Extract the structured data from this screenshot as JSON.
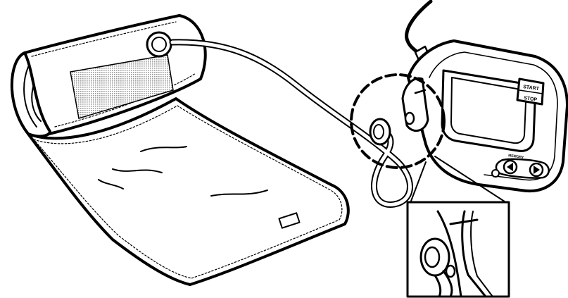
{
  "monitor": {
    "start_label": "START",
    "stop_label": "STOP",
    "memory_label": "MEMORY"
  },
  "colors": {
    "line": "#000000",
    "background": "#ffffff",
    "mesh": "#9a9a9a"
  }
}
